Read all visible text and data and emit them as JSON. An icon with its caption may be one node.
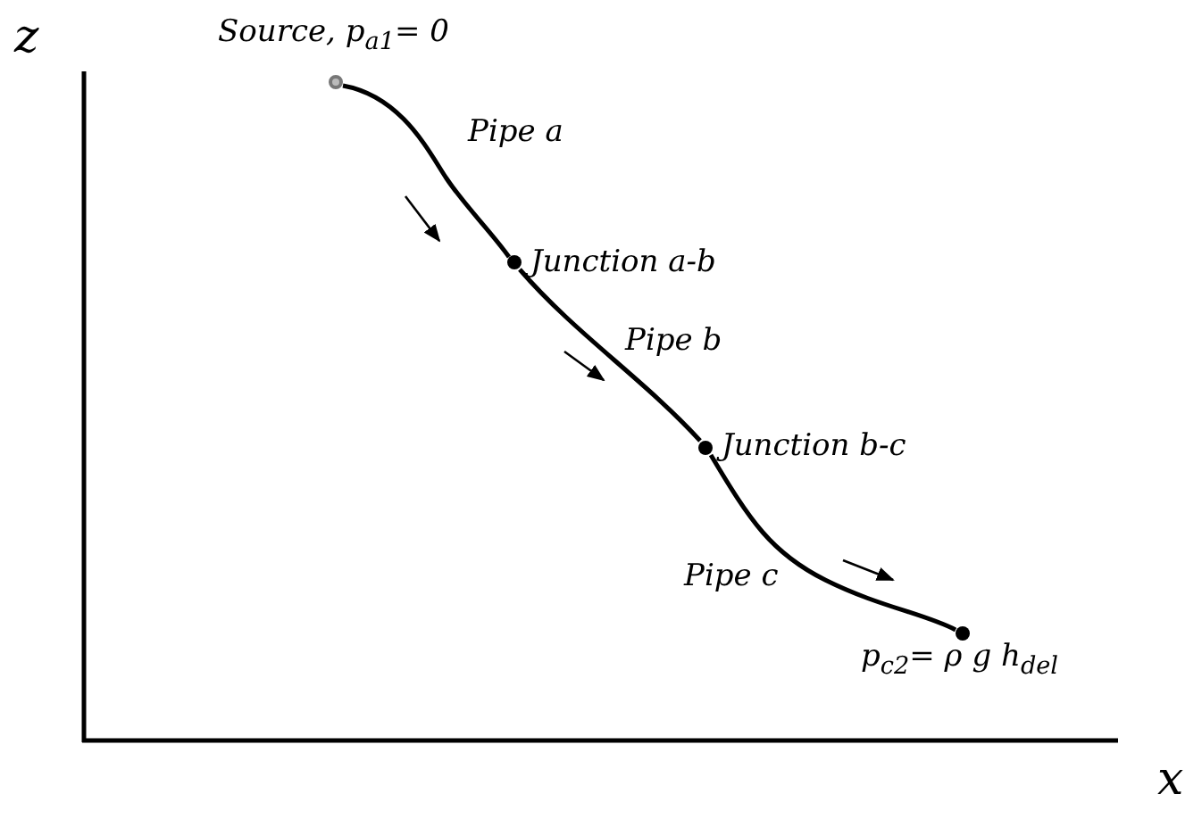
{
  "diagram": {
    "nodes": [
      {
        "text": [],
        "shape": "circle",
        "beside": [
          "Source, p$_{a1}$= 0"
        ]
      },
      {
        "text": [],
        "shape": "circle",
        "beside": [
          "Junction a-b"
        ]
      },
      {
        "text": [],
        "shape": "circle",
        "beside": [
          "Junction b-c"
        ]
      },
      {
        "text": [],
        "shape": "circle",
        "beside": [
          "p$_{c2}$= ρ g h$_{del}$"
        ]
      }
    ],
    "edges": [
      {
        "from": 0,
        "to": 1,
        "arrow": "none",
        "label": "Pipe a"
      },
      {
        "from": 1,
        "to": 2,
        "arrow": "none",
        "label": "Pipe b"
      },
      {
        "from": 2,
        "to": 3,
        "arrow": "none",
        "label": "Pipe c"
      }
    ],
    "labels": [
      "z",
      "x"
    ]
  }
}
